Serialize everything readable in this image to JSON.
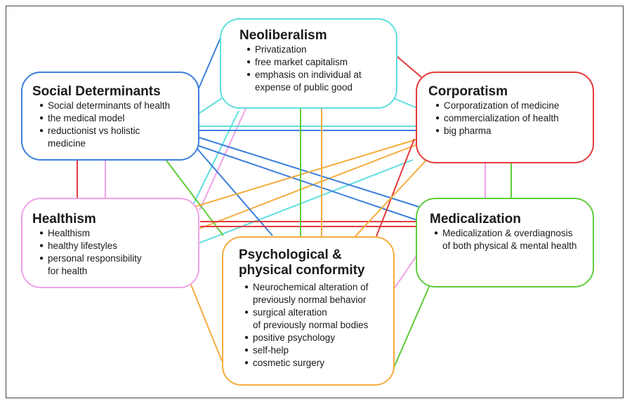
{
  "colors": {
    "neoliberalism": "#5fdede",
    "social_determinants": "#3c7fdc",
    "corporatism": "#e23a3a",
    "healthism": "#f0a2e6",
    "medicalization": "#5fcc3a",
    "psychological": "#f5ac3c"
  },
  "nodes": {
    "neoliberalism": {
      "title": "Neoliberalism",
      "items": [
        "Privatization",
        "free market capitalism",
        "emphasis on individual at\nexpense of public good"
      ]
    },
    "social_determinants": {
      "title": "Social Determinants",
      "items": [
        "Social determinants of health",
        "the medical model",
        "reductionist vs holistic\nmedicine"
      ]
    },
    "corporatism": {
      "title": "Corporatism",
      "items": [
        "Corporatization of medicine",
        "commercialization of health",
        "big pharma"
      ]
    },
    "healthism": {
      "title": "Healthism",
      "items": [
        "Healthism",
        "healthy lifestyles",
        "personal responsibility\nfor health"
      ]
    },
    "medicalization": {
      "title": "Medicalization",
      "items": [
        "Medicalization & overdiagnosis\nof both physical & mental health"
      ]
    },
    "psychological": {
      "title": "Psychological &\nphysical conformity",
      "items": [
        "Neurochemical alteration of\npreviously normal behavior",
        "surgical alteration\nof previously normal bodies",
        "positive psychology",
        "self-help",
        "cosmetic surgery"
      ]
    }
  },
  "connections": [
    {
      "from": "neoliberalism",
      "to": "social_determinants",
      "color": "#3c7fdc"
    },
    {
      "from": "neoliberalism",
      "to": "social_determinants",
      "color": "#5fdede"
    },
    {
      "from": "neoliberalism",
      "to": "corporatism",
      "color": "#e23a3a"
    },
    {
      "from": "neoliberalism",
      "to": "corporatism",
      "color": "#5fdede"
    },
    {
      "from": "neoliberalism",
      "to": "healthism",
      "color": "#5fdede"
    },
    {
      "from": "neoliberalism",
      "to": "healthism",
      "color": "#f0a2e6"
    },
    {
      "from": "neoliberalism",
      "to": "medicalization",
      "color": "#5fdede"
    },
    {
      "from": "neoliberalism",
      "to": "psychological",
      "color": "#f5ac3c"
    },
    {
      "from": "neoliberalism",
      "to": "psychological",
      "color": "#5fdede"
    },
    {
      "from": "social_determinants",
      "to": "corporatism",
      "color": "#3c7fdc"
    },
    {
      "from": "social_determinants",
      "to": "corporatism",
      "color": "#e23a3a"
    },
    {
      "from": "social_determinants",
      "to": "healthism",
      "color": "#f0a2e6"
    },
    {
      "from": "social_determinants",
      "to": "healthism",
      "color": "#3c7fdc"
    },
    {
      "from": "social_determinants",
      "to": "medicalization",
      "color": "#3c7fdc"
    },
    {
      "from": "social_determinants",
      "to": "medicalization",
      "color": "#5fcc3a"
    },
    {
      "from": "social_determinants",
      "to": "psychological",
      "color": "#3c7fdc"
    },
    {
      "from": "social_determinants",
      "to": "psychological",
      "color": "#f5ac3c"
    },
    {
      "from": "corporatism",
      "to": "healthism",
      "color": "#e23a3a"
    },
    {
      "from": "corporatism",
      "to": "healthism",
      "color": "#f0a2e6"
    },
    {
      "from": "corporatism",
      "to": "medicalization",
      "color": "#5fcc3a"
    },
    {
      "from": "corporatism",
      "to": "medicalization",
      "color": "#e23a3a"
    },
    {
      "from": "corporatism",
      "to": "psychological",
      "color": "#e23a3a"
    },
    {
      "from": "corporatism",
      "to": "psychological",
      "color": "#f5ac3c"
    },
    {
      "from": "healthism",
      "to": "medicalization",
      "color": "#f0a2e6"
    },
    {
      "from": "healthism",
      "to": "medicalization",
      "color": "#5fcc3a"
    },
    {
      "from": "healthism",
      "to": "psychological",
      "color": "#f5ac3c"
    },
    {
      "from": "medicalization",
      "to": "psychological",
      "color": "#f5ac3c"
    },
    {
      "from": "medicalization",
      "to": "psychological",
      "color": "#5fcc3a"
    }
  ]
}
